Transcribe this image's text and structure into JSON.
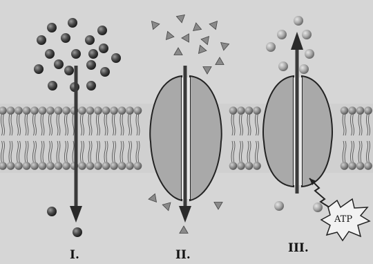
{
  "labels": {
    "panel_1": "I.",
    "panel_2": "II.",
    "panel_3": "III.",
    "atp": "ATP"
  },
  "colors": {
    "background": "#d6d6d6",
    "dark_sphere": "#4a4a4a",
    "light_sphere": "#a8a8a8",
    "triangle": "#8a8a8a",
    "protein": "#a9a9a9",
    "arrow": "#3a3a3a",
    "lipid_head": "#8c8c8c"
  }
}
